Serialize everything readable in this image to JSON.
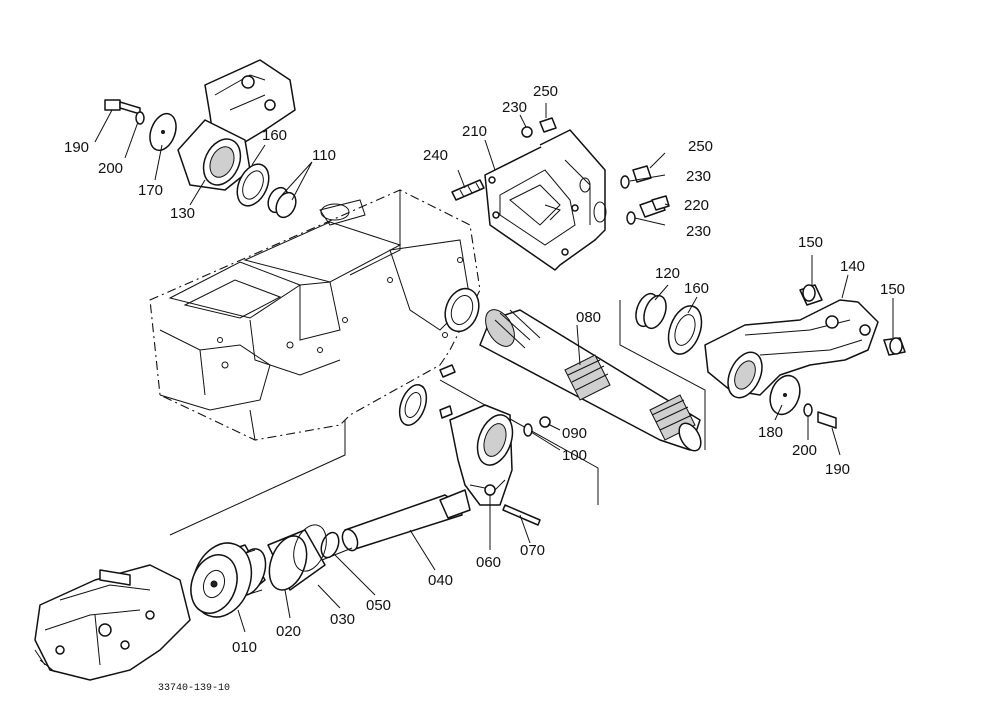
{
  "diagram_code": "33740-139-10",
  "callouts": {
    "c190a": "190",
    "c200a": "200",
    "c170": "170",
    "c130": "130",
    "c160a": "160",
    "c110": "110",
    "c240": "240",
    "c210": "210",
    "c230a": "230",
    "c250a": "250",
    "c250b": "250",
    "c230b": "230",
    "c220": "220",
    "c230c": "230",
    "c150a": "150",
    "c140": "140",
    "c150b": "150",
    "c120": "120",
    "c160b": "160",
    "c080": "080",
    "c090": "090",
    "c100": "100",
    "c180": "180",
    "c200b": "200",
    "c190b": "190",
    "c060": "060",
    "c070": "070",
    "c040": "040",
    "c050": "050",
    "c030": "030",
    "c020": "020",
    "c010": "010"
  }
}
